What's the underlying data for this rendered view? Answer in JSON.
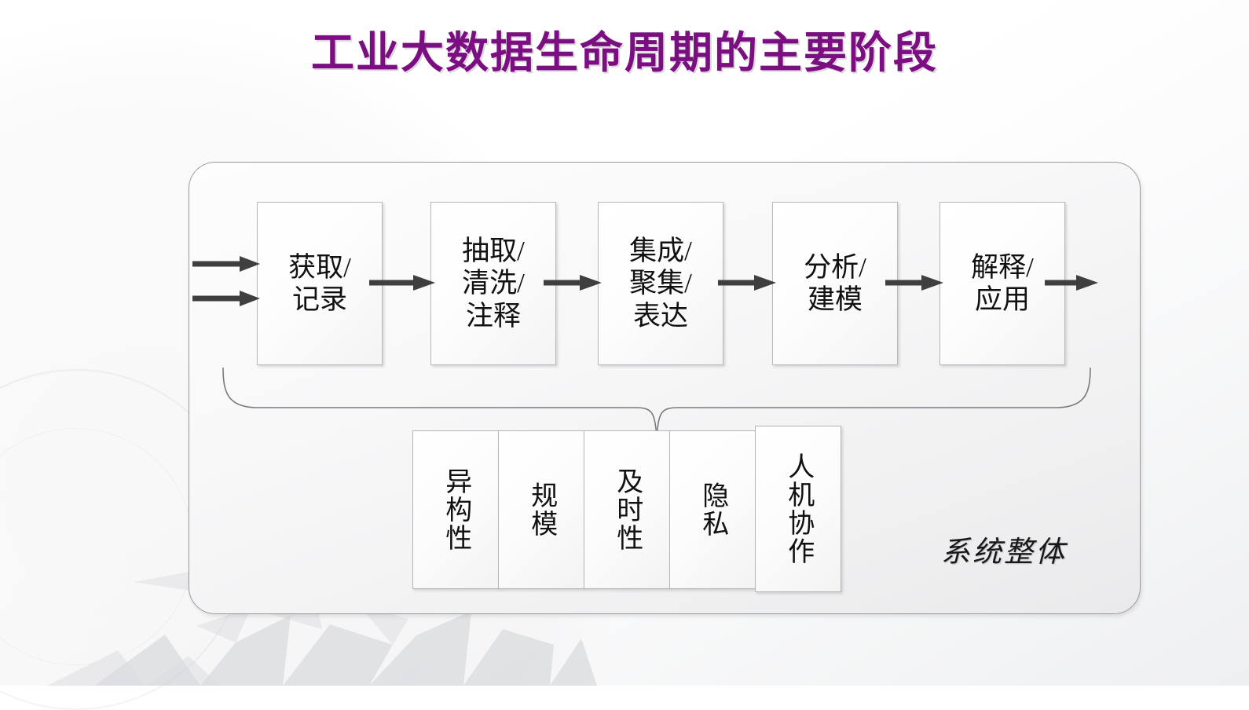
{
  "slide": {
    "title": "工业大数据生命周期的主要阶段",
    "title_color": "#7B0F82",
    "background_color": "#ffffff"
  },
  "diagram": {
    "container_name": "系统整体",
    "system_whole_label": "系统整体",
    "stages": [
      {
        "id": "stage-1",
        "label": "获取/\n记录",
        "text_plain": "获取/记录"
      },
      {
        "id": "stage-2",
        "label": "抽取/\n清洗/\n注释",
        "text_plain": "抽取/清洗/注释"
      },
      {
        "id": "stage-3",
        "label": "集成/\n聚集/\n表达",
        "text_plain": "集成/聚集/表达"
      },
      {
        "id": "stage-4",
        "label": "分析/\n建模",
        "text_plain": "分析/建模"
      },
      {
        "id": "stage-5",
        "label": "解释/\n应用",
        "text_plain": "解释/应用"
      }
    ],
    "attributes": [
      {
        "id": "attr-1",
        "label": "异构性",
        "chars": 3
      },
      {
        "id": "attr-2",
        "label": "规模",
        "chars": 2
      },
      {
        "id": "attr-3",
        "label": "及时性",
        "chars": 3
      },
      {
        "id": "attr-4",
        "label": "隐私",
        "chars": 2
      },
      {
        "id": "attr-5",
        "label": "人机协作",
        "chars": 4
      }
    ],
    "arrows": [
      {
        "id": "arrow-in-top",
        "name": "input-arrow-top",
        "from": "outside",
        "to": "stage-1"
      },
      {
        "id": "arrow-in-bot",
        "name": "input-arrow-bottom",
        "from": "outside",
        "to": "stage-1"
      },
      {
        "id": "arrow-1-2",
        "name": "arrow-stage1-stage2",
        "from": "stage-1",
        "to": "stage-2"
      },
      {
        "id": "arrow-2-3",
        "name": "arrow-stage2-stage3",
        "from": "stage-2",
        "to": "stage-3"
      },
      {
        "id": "arrow-3-4",
        "name": "arrow-stage3-stage4",
        "from": "stage-3",
        "to": "stage-4"
      },
      {
        "id": "arrow-4-5",
        "name": "arrow-stage4-stage5",
        "from": "stage-4",
        "to": "stage-5"
      },
      {
        "id": "arrow-out",
        "name": "output-arrow",
        "from": "stage-5",
        "to": "outside"
      }
    ],
    "arrow_color": "#3F3F3F",
    "box_border_color": "#b9b9bd",
    "container_border_color": "#9a9a9e"
  }
}
